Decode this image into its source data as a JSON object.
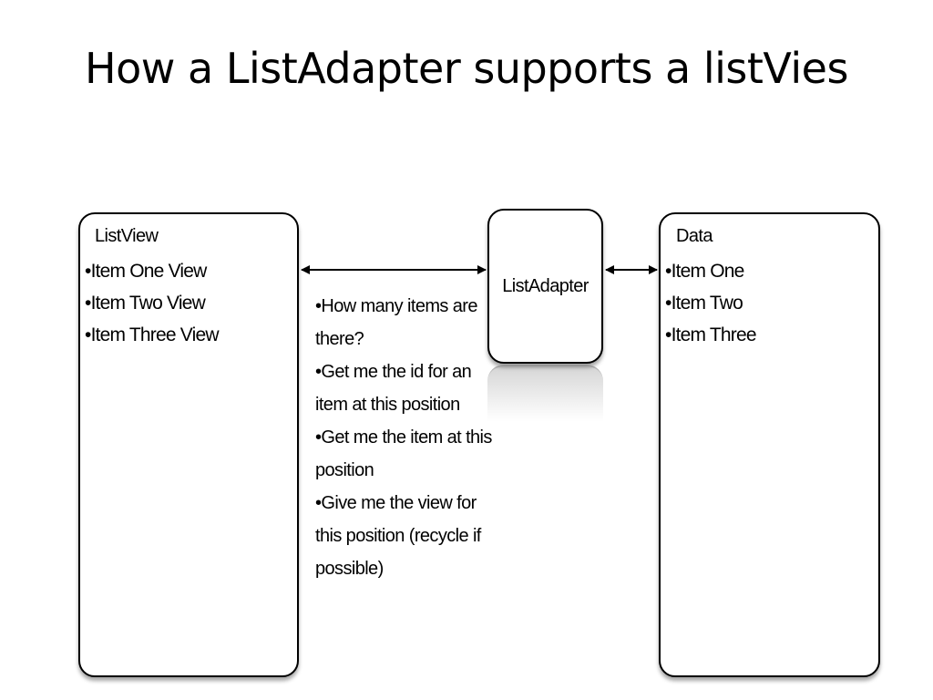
{
  "title": "How a ListAdapter supports a listVies",
  "listview": {
    "heading": "ListView",
    "items": [
      "Item One View",
      "Item Two View",
      "Item Three View"
    ]
  },
  "adapter": {
    "label": "ListAdapter"
  },
  "data": {
    "heading": "Data",
    "items": [
      "Item One",
      "Item Two",
      "Item Three"
    ]
  },
  "questions": [
    "How many items are there?",
    "Get me the id for an item at this position",
    "Get me the item at this position",
    "Give me the view for this position (recycle if possible)"
  ]
}
